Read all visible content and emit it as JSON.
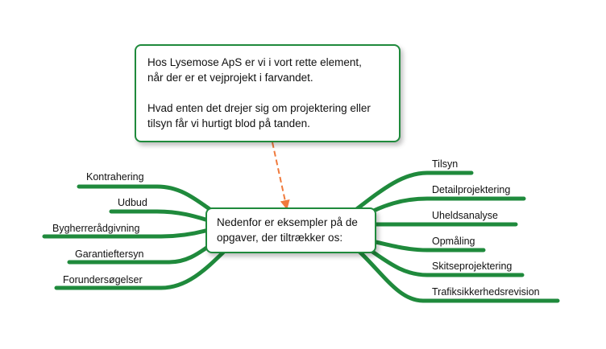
{
  "intro": {
    "line1": "Hos Lysemose ApS er vi i vort rette element,",
    "line2": "når der er et vejprojekt i farvandet.",
    "line3": "Hvad enten det drejer sig om projektering eller",
    "line4": "tilsyn får vi hurtigt blod på tanden."
  },
  "center": {
    "line1": "Nedenfor er eksempler på de",
    "line2": "opgaver, der tiltrækker os:"
  },
  "left_branches": [
    "Kontrahering",
    "Udbud",
    "Bygherrerådgivning",
    "Garantieftersyn",
    "Forundersøgelser"
  ],
  "right_branches": [
    "Tilsyn",
    "Detailprojektering",
    "Uheldsanalyse",
    "Opmåling",
    "Skitseprojektering",
    "Trafiksikkerhedsrevision"
  ],
  "colors": {
    "branch": "#1f8a3c",
    "connector": "#f07a3c",
    "box_border": "#1f8a3c"
  }
}
